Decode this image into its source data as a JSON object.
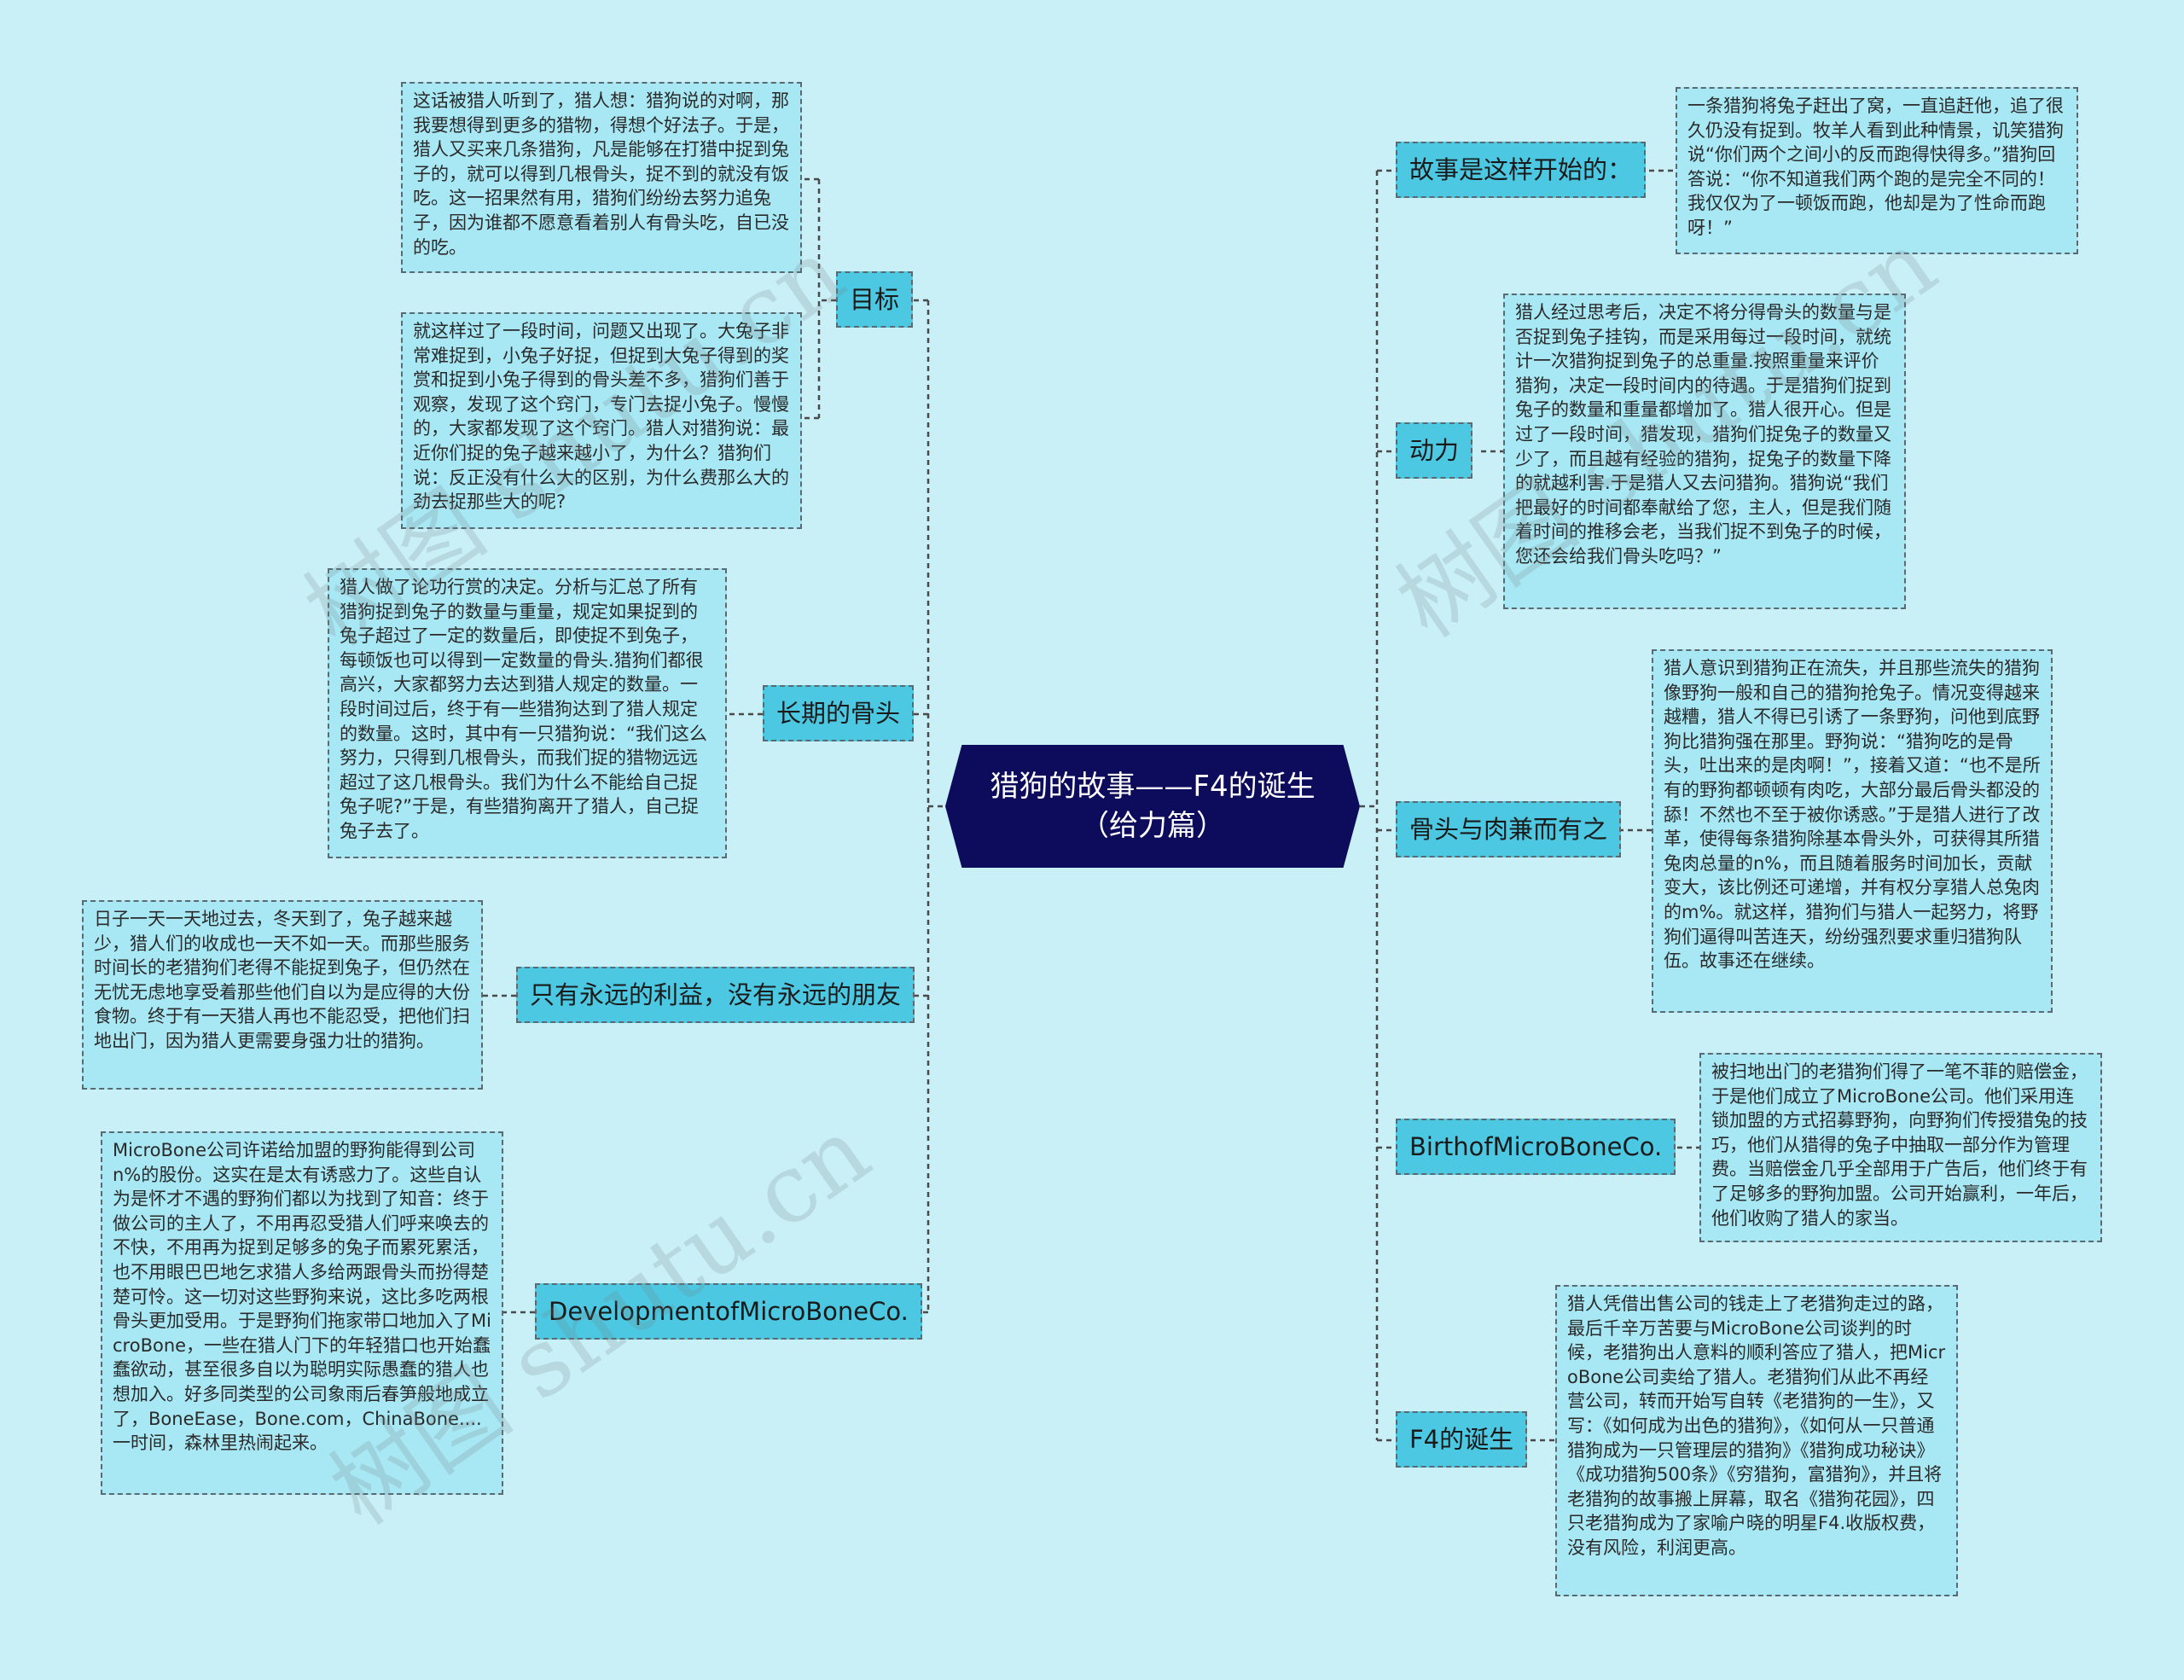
{
  "center": {
    "line1": "猎狗的故事——F4的诞生",
    "line2": "（给力篇）"
  },
  "branches": {
    "mubiao": "目标",
    "guto": "长期的骨头",
    "liyi": "只有永远的利益，没有永远的朋友",
    "development": "DevelopmentofMicroBoneCo.",
    "kaishi": "故事是这样开始的：",
    "dongli": "动力",
    "gutourou": "骨头与肉兼而有之",
    "birth": "BirthofMicroBoneCo.",
    "f4": "F4的诞生"
  },
  "notes": {
    "mubiao_1": "这话被猎人听到了，猎人想：猎狗说的对啊，那我要想得到更多的猎物，得想个好法子。于是，猎人又买来几条猎狗，凡是能够在打猎中捉到兔子的，就可以得到几根骨头，捉不到的就没有饭吃。这一招果然有用，猎狗们纷纷去努力追兔子，因为谁都不愿意看着别人有骨头吃，自已没的吃。",
    "mubiao_2": "就这样过了一段时间，问题又出现了。大兔子非常难捉到，小兔子好捉，但捉到大兔子得到的奖赏和捉到小兔子得到的骨头差不多，猎狗们善于观察，发现了这个窍门，专门去捉小兔子。慢慢的，大家都发现了这个窍门。猎人对猎狗说：最近你们捉的兔子越来越小了，为什么？猎狗们说：反正没有什么大的区别，为什么费那么大的劲去捉那些大的呢?",
    "guto": "猎人做了论功行赏的决定。分析与汇总了所有猎狗捉到兔子的数量与重量，规定如果捉到的兔子超过了一定的数量后，即使捉不到兔子，每顿饭也可以得到一定数量的骨头.猎狗们都很高兴，大家都努力去达到猎人规定的数量。一段时间过后，终于有一些猎狗达到了猎人规定的数量。这时，其中有一只猎狗说：“我们这么努力，只得到几根骨头，而我们捉的猎物远远超过了这几根骨头。我们为什么不能给自己捉兔子呢?”于是，有些猎狗离开了猎人，自己捉兔子去了。",
    "liyi": "日子一天一天地过去，冬天到了，兔子越来越少，猎人们的收成也一天不如一天。而那些服务时间长的老猎狗们老得不能捉到兔子，但仍然在无忧无虑地享受着那些他们自以为是应得的大份食物。终于有一天猎人再也不能忍受，把他们扫地出门，因为猎人更需要身强力壮的猎狗。",
    "development": "MicroBone公司许诺给加盟的野狗能得到公司n%的股份。这实在是太有诱惑力了。这些自认为是怀才不遇的野狗们都以为找到了知音：终于做公司的主人了，不用再忍受猎人们呼来唤去的不快，不用再为捉到足够多的兔子而累死累活，也不用眼巴巴地乞求猎人多给两跟骨头而扮得楚楚可怜。这一切对这些野狗来说，这比多吃两根骨头更加受用。于是野狗们拖家带口地加入了MicroBone，一些在猎人门下的年轻猎口也开始蠢蠢欲动，甚至很多自以为聪明实际愚蠢的猎人也想加入。好多同类型的公司象雨后春笋般地成立了，BoneEase，Bone.com，ChinaBone....一时间，森林里热闹起来。",
    "kaishi": "一条猎狗将兔子赶出了窝，一直追赶他，追了很久仍没有捉到。牧羊人看到此种情景，讥笑猎狗说“你们两个之间小的反而跑得快得多。”猎狗回答说：“你不知道我们两个跑的是完全不同的！我仅仅为了一顿饭而跑，他却是为了性命而跑呀！”",
    "dongli": "猎人经过思考后，决定不将分得骨头的数量与是否捉到兔子挂钩，而是采用每过一段时间，就统计一次猎狗捉到兔子的总重量.按照重量来评价猎狗，决定一段时间内的待遇。于是猎狗们捉到兔子的数量和重量都增加了。猎人很开心。但是过了一段时间，猎发现，猎狗们捉兔子的数量又少了，而且越有经验的猎狗，捉兔子的数量下降的就越利害.于是猎人又去问猎狗。猎狗说“我们把最好的时间都奉献给了您，主人，但是我们随着时间的推移会老，当我们捉不到兔子的时候，您还会给我们骨头吃吗？”",
    "gutourou": "猎人意识到猎狗正在流失，并且那些流失的猎狗像野狗一般和自己的猎狗抢兔子。情况变得越来越糟，猎人不得已引诱了一条野狗，问他到底野狗比猎狗强在那里。野狗说：“猎狗吃的是骨头，吐出来的是肉啊！”，接着又道：“也不是所有的野狗都顿顿有肉吃，大部分最后骨头都没的舔！不然也不至于被你诱惑。”于是猎人进行了改革，使得每条猎狗除基本骨头外，可获得其所猎兔肉总量的n%，而且随着服务时间加长，贡献变大，该比例还可递增，并有权分享猎人总兔肉的m%。就这样，猎狗们与猎人一起努力，将野狗们逼得叫苦连天，纷纷强烈要求重归猎狗队伍。故事还在继续。",
    "birth": "被扫地出门的老猎狗们得了一笔不菲的赔偿金，于是他们成立了MicroBone公司。他们采用连锁加盟的方式招募野狗，向野狗们传授猎兔的技巧，他们从猎得的兔子中抽取一部分作为管理费。当赔偿金几乎全部用于广告后，他们终于有了足够多的野狗加盟。公司开始赢利，一年后，他们收购了猎人的家当。",
    "f4": "猎人凭借出售公司的钱走上了老猎狗走过的路，最后千辛万苦要与MicroBone公司谈判的时候，老猎狗出人意料的顺利答应了猎人，把MicroBone公司卖给了猎人。老猎狗们从此不再经营公司，转而开始写自转《老猎狗的一生》，又写：《如何成为出色的猎狗》，《如何从一只普通猎狗成为一只管理层的猎狗》《猎狗成功秘诀》《成功猎狗500条》《穷猎狗，富猎狗》，并且将老猎狗的故事搬上屏幕，取名《猎狗花园》，四只老猎狗成为了家喻户晓的明星F4.收版权费，没有风险，利润更高。"
  },
  "watermarks": [
    "树图 shutu.cn",
    "树图 shutu.cn",
    "树图 shutu.cn"
  ],
  "colors": {
    "background": "#c8f0f6",
    "center": "#0d0b5c",
    "branch": "#4cc8e2",
    "note": "#a8e8f4",
    "line": "#4a4a4a"
  }
}
